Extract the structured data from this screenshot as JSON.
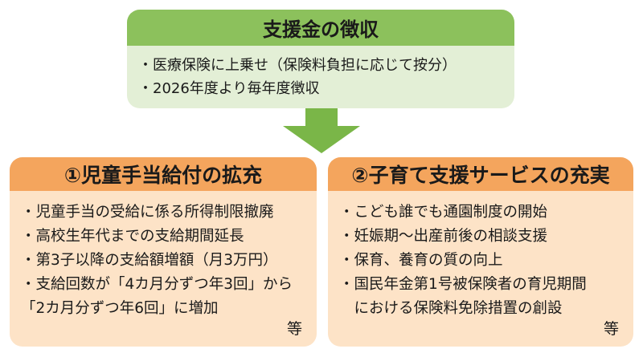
{
  "top": {
    "title": "支援金の徴収",
    "items": [
      "・医療保険に上乗せ（保険料負担に応じて按分）",
      "・2026年度より毎年度徴収"
    ]
  },
  "left": {
    "title": "①児童手当給付の拡充",
    "items": [
      "・児童手当の受給に係る所得制限撤廃",
      "・高校生年代までの支給期間延長",
      "・第3子以降の支給額増額（月3万円）",
      "・支給回数が「4カ月分ずつ年3回」から",
      "「2カ月分ずつ年6回」に増加"
    ],
    "etc": "等"
  },
  "right": {
    "title": "②子育て支援サービスの充実",
    "items": [
      "・こども誰でも通園制度の開始",
      "・妊娠期～出産前後の相談支援",
      "・保育、養育の質の向上",
      "・国民年金第1号被保険者の育児期間",
      "　における保険料免除措置の創設"
    ],
    "etc": "等"
  },
  "colors": {
    "green_header": "#8cc15c",
    "green_body": "#e3efd6",
    "orange_header": "#f4a55d",
    "orange_body": "#fde3c7"
  }
}
